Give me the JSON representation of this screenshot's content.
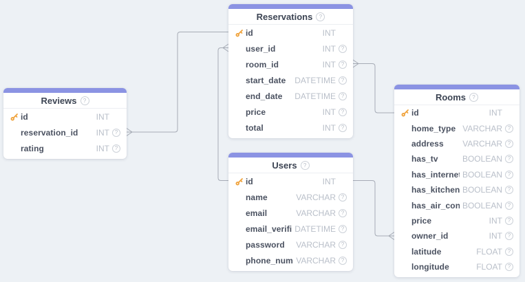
{
  "diagram": {
    "colors": {
      "background": "#edf1f5",
      "header_bar": "#8b93e3",
      "card_background": "#ffffff",
      "field_name": "#4a5160",
      "field_type": "#b9bfc9",
      "relationship_line": "#a6abb5",
      "primary_key_icon": "#f0a33c"
    },
    "icons": {
      "note_glyph": "?"
    },
    "tables": [
      {
        "name": "Reviews",
        "fields": [
          {
            "name": "id",
            "type": "INT",
            "pk": true
          },
          {
            "name": "reservation_id",
            "type": "INT",
            "nullable": true
          },
          {
            "name": "rating",
            "type": "INT",
            "nullable": true
          }
        ]
      },
      {
        "name": "Reservations",
        "fields": [
          {
            "name": "id",
            "type": "INT",
            "pk": true
          },
          {
            "name": "user_id",
            "type": "INT",
            "nullable": true
          },
          {
            "name": "room_id",
            "type": "INT",
            "nullable": true
          },
          {
            "name": "start_date",
            "type": "DATETIME",
            "nullable": true
          },
          {
            "name": "end_date",
            "type": "DATETIME",
            "nullable": true
          },
          {
            "name": "price",
            "type": "INT",
            "nullable": true
          },
          {
            "name": "total",
            "type": "INT",
            "nullable": true
          }
        ]
      },
      {
        "name": "Users",
        "fields": [
          {
            "name": "id",
            "type": "INT",
            "pk": true
          },
          {
            "name": "name",
            "type": "VARCHAR",
            "nullable": true
          },
          {
            "name": "email",
            "type": "VARCHAR",
            "nullable": true
          },
          {
            "name": "email_verified_at",
            "type": "DATETIME",
            "nullable": true,
            "clipped": true
          },
          {
            "name": "password",
            "type": "VARCHAR",
            "nullable": true
          },
          {
            "name": "phone_number",
            "type": "VARCHAR",
            "nullable": true,
            "clipped": true
          }
        ]
      },
      {
        "name": "Rooms",
        "fields": [
          {
            "name": "id",
            "type": "INT",
            "pk": true
          },
          {
            "name": "home_type",
            "type": "VARCHAR",
            "nullable": true
          },
          {
            "name": "address",
            "type": "VARCHAR",
            "nullable": true
          },
          {
            "name": "has_tv",
            "type": "BOOLEAN",
            "nullable": true
          },
          {
            "name": "has_internet",
            "type": "BOOLEAN",
            "nullable": true
          },
          {
            "name": "has_kitchen",
            "type": "BOOLEAN",
            "nullable": true
          },
          {
            "name": "has_air_con",
            "type": "BOOLEAN",
            "nullable": true
          },
          {
            "name": "price",
            "type": "INT",
            "nullable": true
          },
          {
            "name": "owner_id",
            "type": "INT",
            "nullable": true
          },
          {
            "name": "latitude",
            "type": "FLOAT",
            "nullable": true
          },
          {
            "name": "longitude",
            "type": "FLOAT",
            "nullable": true
          }
        ]
      }
    ],
    "relationships": [
      {
        "from": "Reviews.reservation_id",
        "to": "Reservations.id",
        "many_side": "Reviews"
      },
      {
        "from": "Reservations.user_id",
        "to": "Users.id",
        "many_side": "Reservations"
      },
      {
        "from": "Reservations.room_id",
        "to": "Rooms.id",
        "many_side": "Reservations"
      },
      {
        "from": "Rooms.owner_id",
        "to": "Users.id",
        "many_side": "Rooms"
      }
    ]
  }
}
